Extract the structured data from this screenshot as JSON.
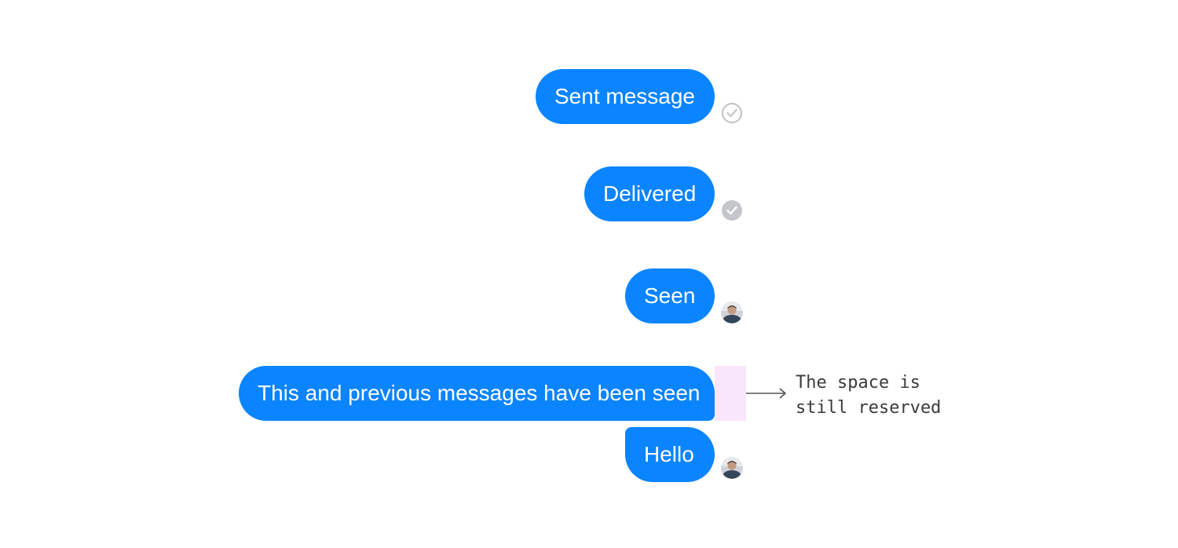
{
  "colors": {
    "bubble": "#0a84ff",
    "bubble_text": "#ffffff",
    "status_gray": "#c4c6ca",
    "reserved_highlight": "#f9e6fa",
    "annotation_text": "#3b3b3b"
  },
  "messages": [
    {
      "text": "Sent message",
      "indicator": "check-outline-icon"
    },
    {
      "text": "Delivered",
      "indicator": "check-filled-icon"
    },
    {
      "text": "Seen",
      "indicator": "seen-avatar"
    },
    {
      "text": "This and previous messages have been seen",
      "indicator": "reserved-space"
    },
    {
      "text": "Hello",
      "indicator": "seen-avatar"
    }
  ],
  "annotation": {
    "line1": "The space is",
    "line2": "still reserved",
    "icon": "arrow-right-icon"
  }
}
